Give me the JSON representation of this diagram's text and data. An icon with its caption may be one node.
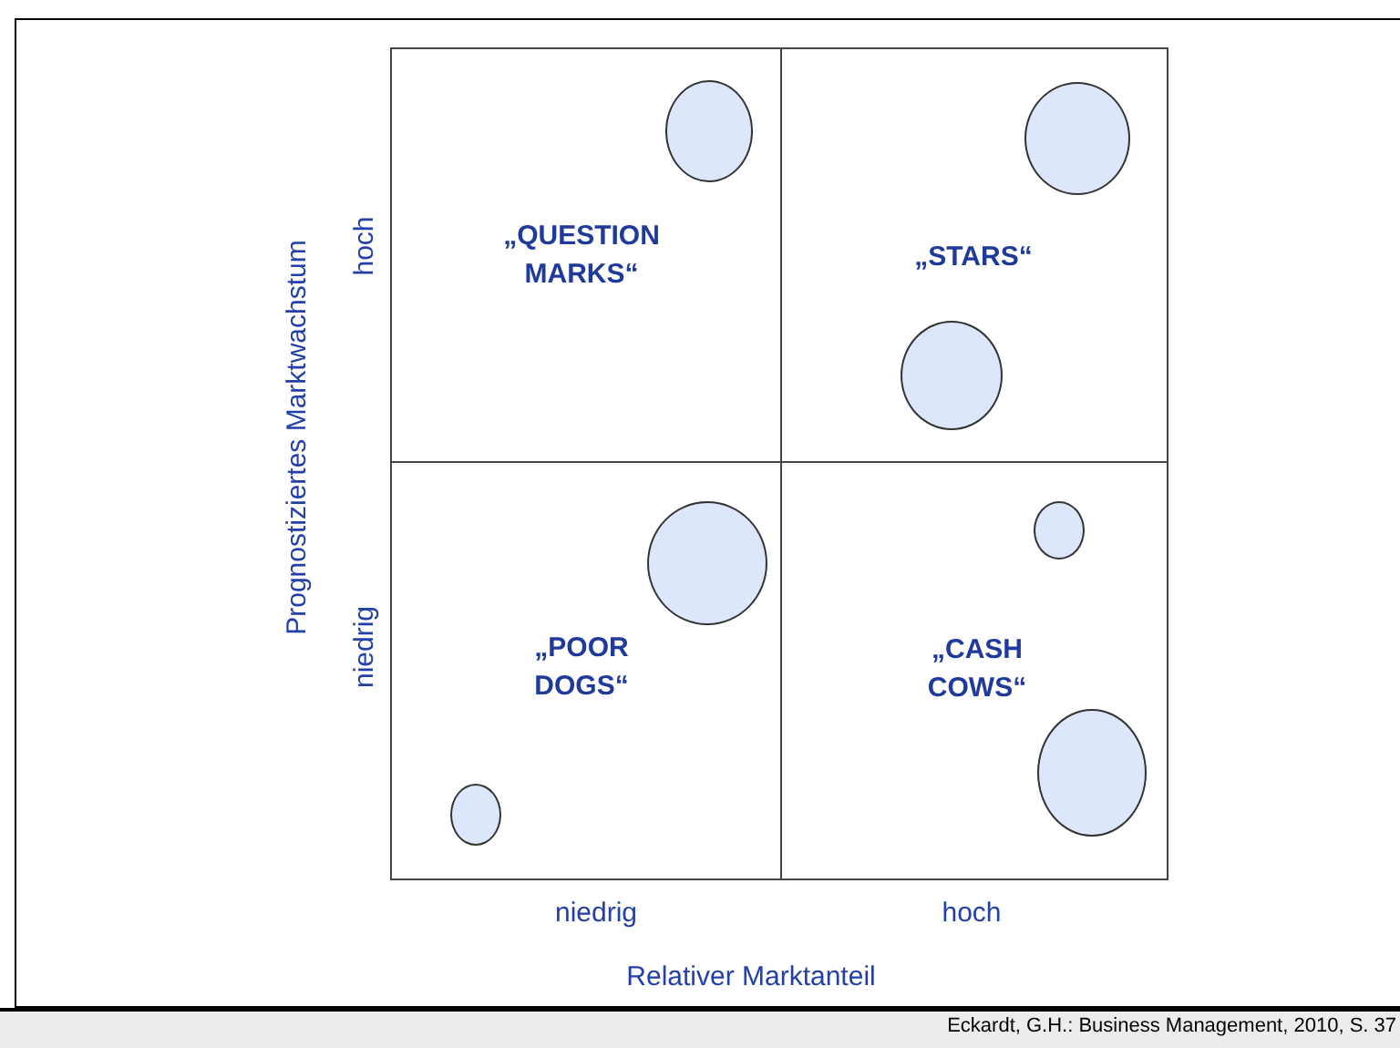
{
  "diagram": {
    "caption": "Eckardt, G.H.: Business Management, 2010, S. 37",
    "nodes": [
      {
        "text": [
          "„QUESTION MARKS“"
        ]
      },
      {
        "text": [],
        "shape": "circle",
        "in": 0
      },
      {
        "text": [
          "„STARS“"
        ]
      },
      {
        "text": [],
        "shape": "circle",
        "in": 2
      },
      {
        "text": [],
        "shape": "circle",
        "in": 2
      },
      {
        "text": [
          "„POOR DOGS“"
        ]
      },
      {
        "text": [],
        "shape": "circle",
        "in": 5
      },
      {
        "text": [],
        "shape": "circle",
        "in": 5
      },
      {
        "text": [
          "„CASH COWS“"
        ]
      },
      {
        "text": [],
        "shape": "circle",
        "in": 8
      },
      {
        "text": [],
        "shape": "circle",
        "in": 8
      }
    ],
    "labels": [
      "Prognostiziertes Marktwachstum",
      "hoch",
      "niedrig",
      "niedrig",
      "hoch",
      "Relativer Marktanteil"
    ]
  }
}
